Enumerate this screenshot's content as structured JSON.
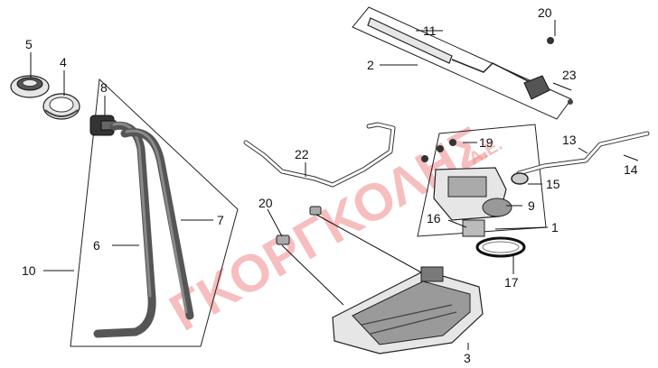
{
  "diagram": {
    "callouts": {
      "c1": "1",
      "c2": "2",
      "c3": "3",
      "c4": "4",
      "c5": "5",
      "c6": "6",
      "c7": "7",
      "c8": "8",
      "c9": "9",
      "c10": "10",
      "c11": "11",
      "c13": "13",
      "c14": "14",
      "c15": "15",
      "c16": "16",
      "c17": "17",
      "c19": "19",
      "c20a": "20",
      "c20b": "20",
      "c22": "22",
      "c23": "23"
    },
    "watermark": {
      "text": "ΓΚΟΡΓΚΟΛΗΣ",
      "suffix": "Α.Ε."
    }
  }
}
